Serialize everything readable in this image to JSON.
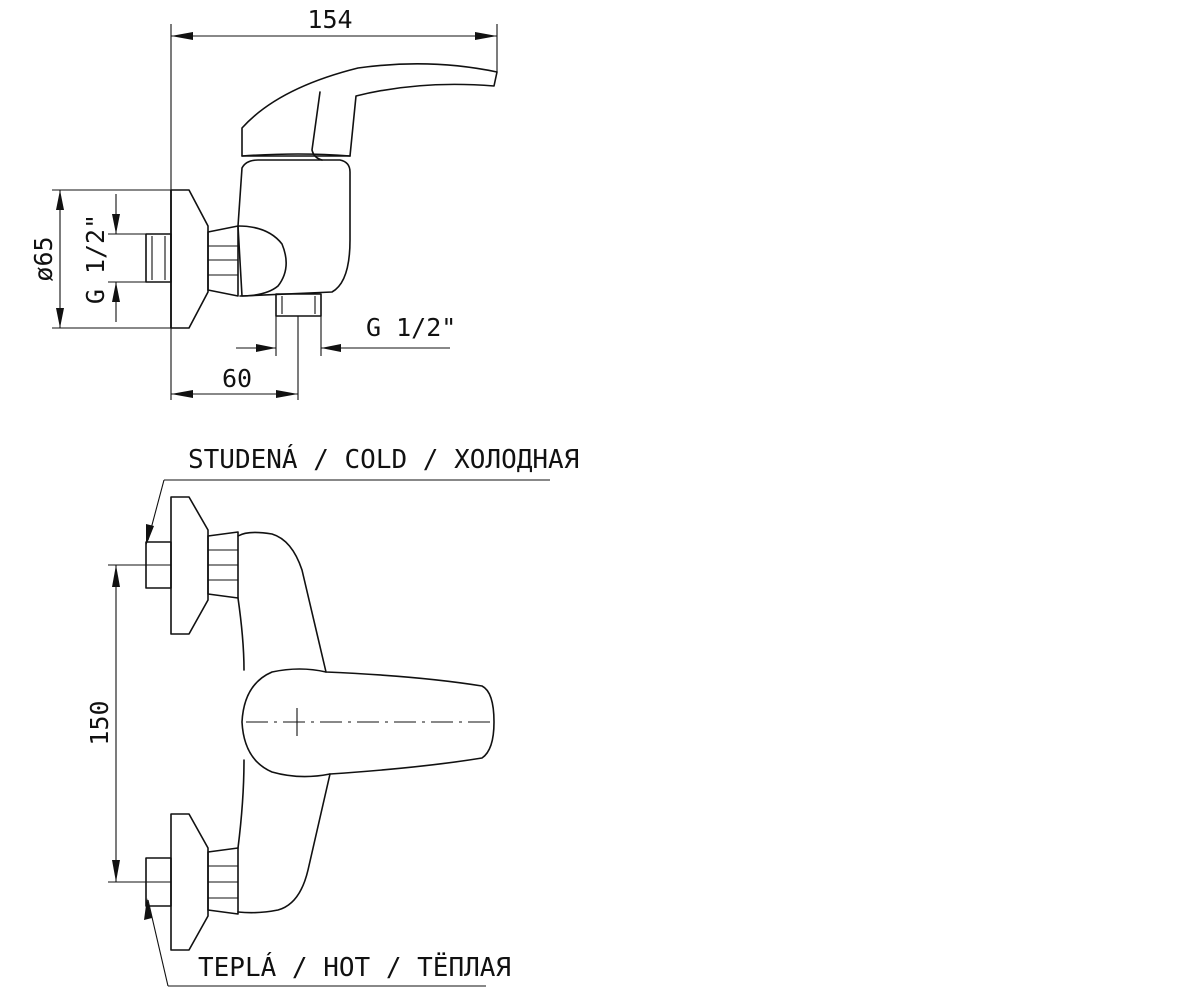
{
  "side_view": {
    "dim_width": "154",
    "dim_diameter": "ø65",
    "dim_thread_inlet": "G 1/2\"",
    "dim_thread_outlet": "G 1/2\"",
    "dim_offset": "60"
  },
  "front_view": {
    "label_cold": "STUDENÁ / COLD / ХОЛОДНАЯ",
    "label_hot": "TEPLÁ / HOT / TЁПЛАЯ",
    "dim_spacing": "150"
  },
  "colors": {
    "line": "#111111",
    "background": "#ffffff"
  }
}
